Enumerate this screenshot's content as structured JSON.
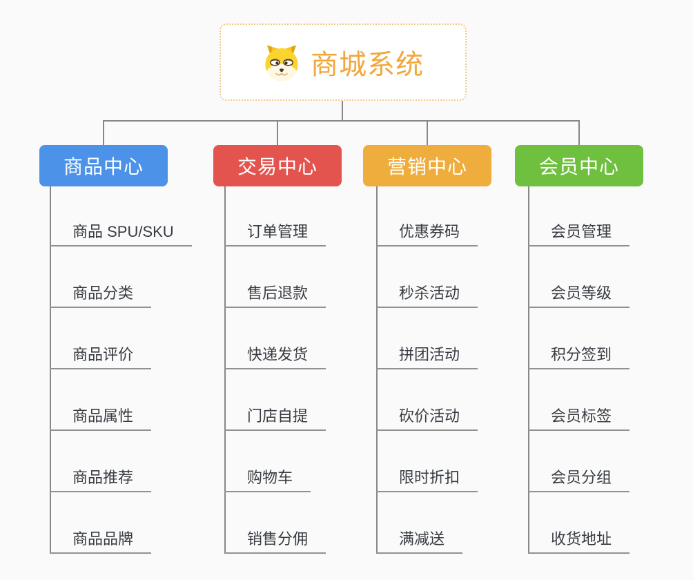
{
  "page": {
    "background": "#FAFAFA",
    "connector_color": "#878787",
    "leaf_line_color": "#919191"
  },
  "root": {
    "title": "商城系统",
    "icon": "dog-face-icon",
    "title_color": "#F2A73D",
    "border_color": "#F4C883"
  },
  "branches": [
    {
      "label": "商品中心",
      "color": "#4B92E8",
      "children": [
        "商品 SPU/SKU",
        "商品分类",
        "商品评价",
        "商品属性",
        "商品推荐",
        "商品品牌"
      ]
    },
    {
      "label": "交易中心",
      "color": "#E4544F",
      "children": [
        "订单管理",
        "售后退款",
        "快递发货",
        "门店自提",
        "购物车",
        "销售分佣"
      ]
    },
    {
      "label": "营销中心",
      "color": "#EEAD3D",
      "children": [
        "优惠券码",
        "秒杀活动",
        "拼团活动",
        "砍价活动",
        "限时折扣",
        "满减送"
      ]
    },
    {
      "label": "会员中心",
      "color": "#70C040",
      "children": [
        "会员管理",
        "会员等级",
        "积分签到",
        "会员标签",
        "会员分组",
        "收货地址"
      ]
    }
  ]
}
